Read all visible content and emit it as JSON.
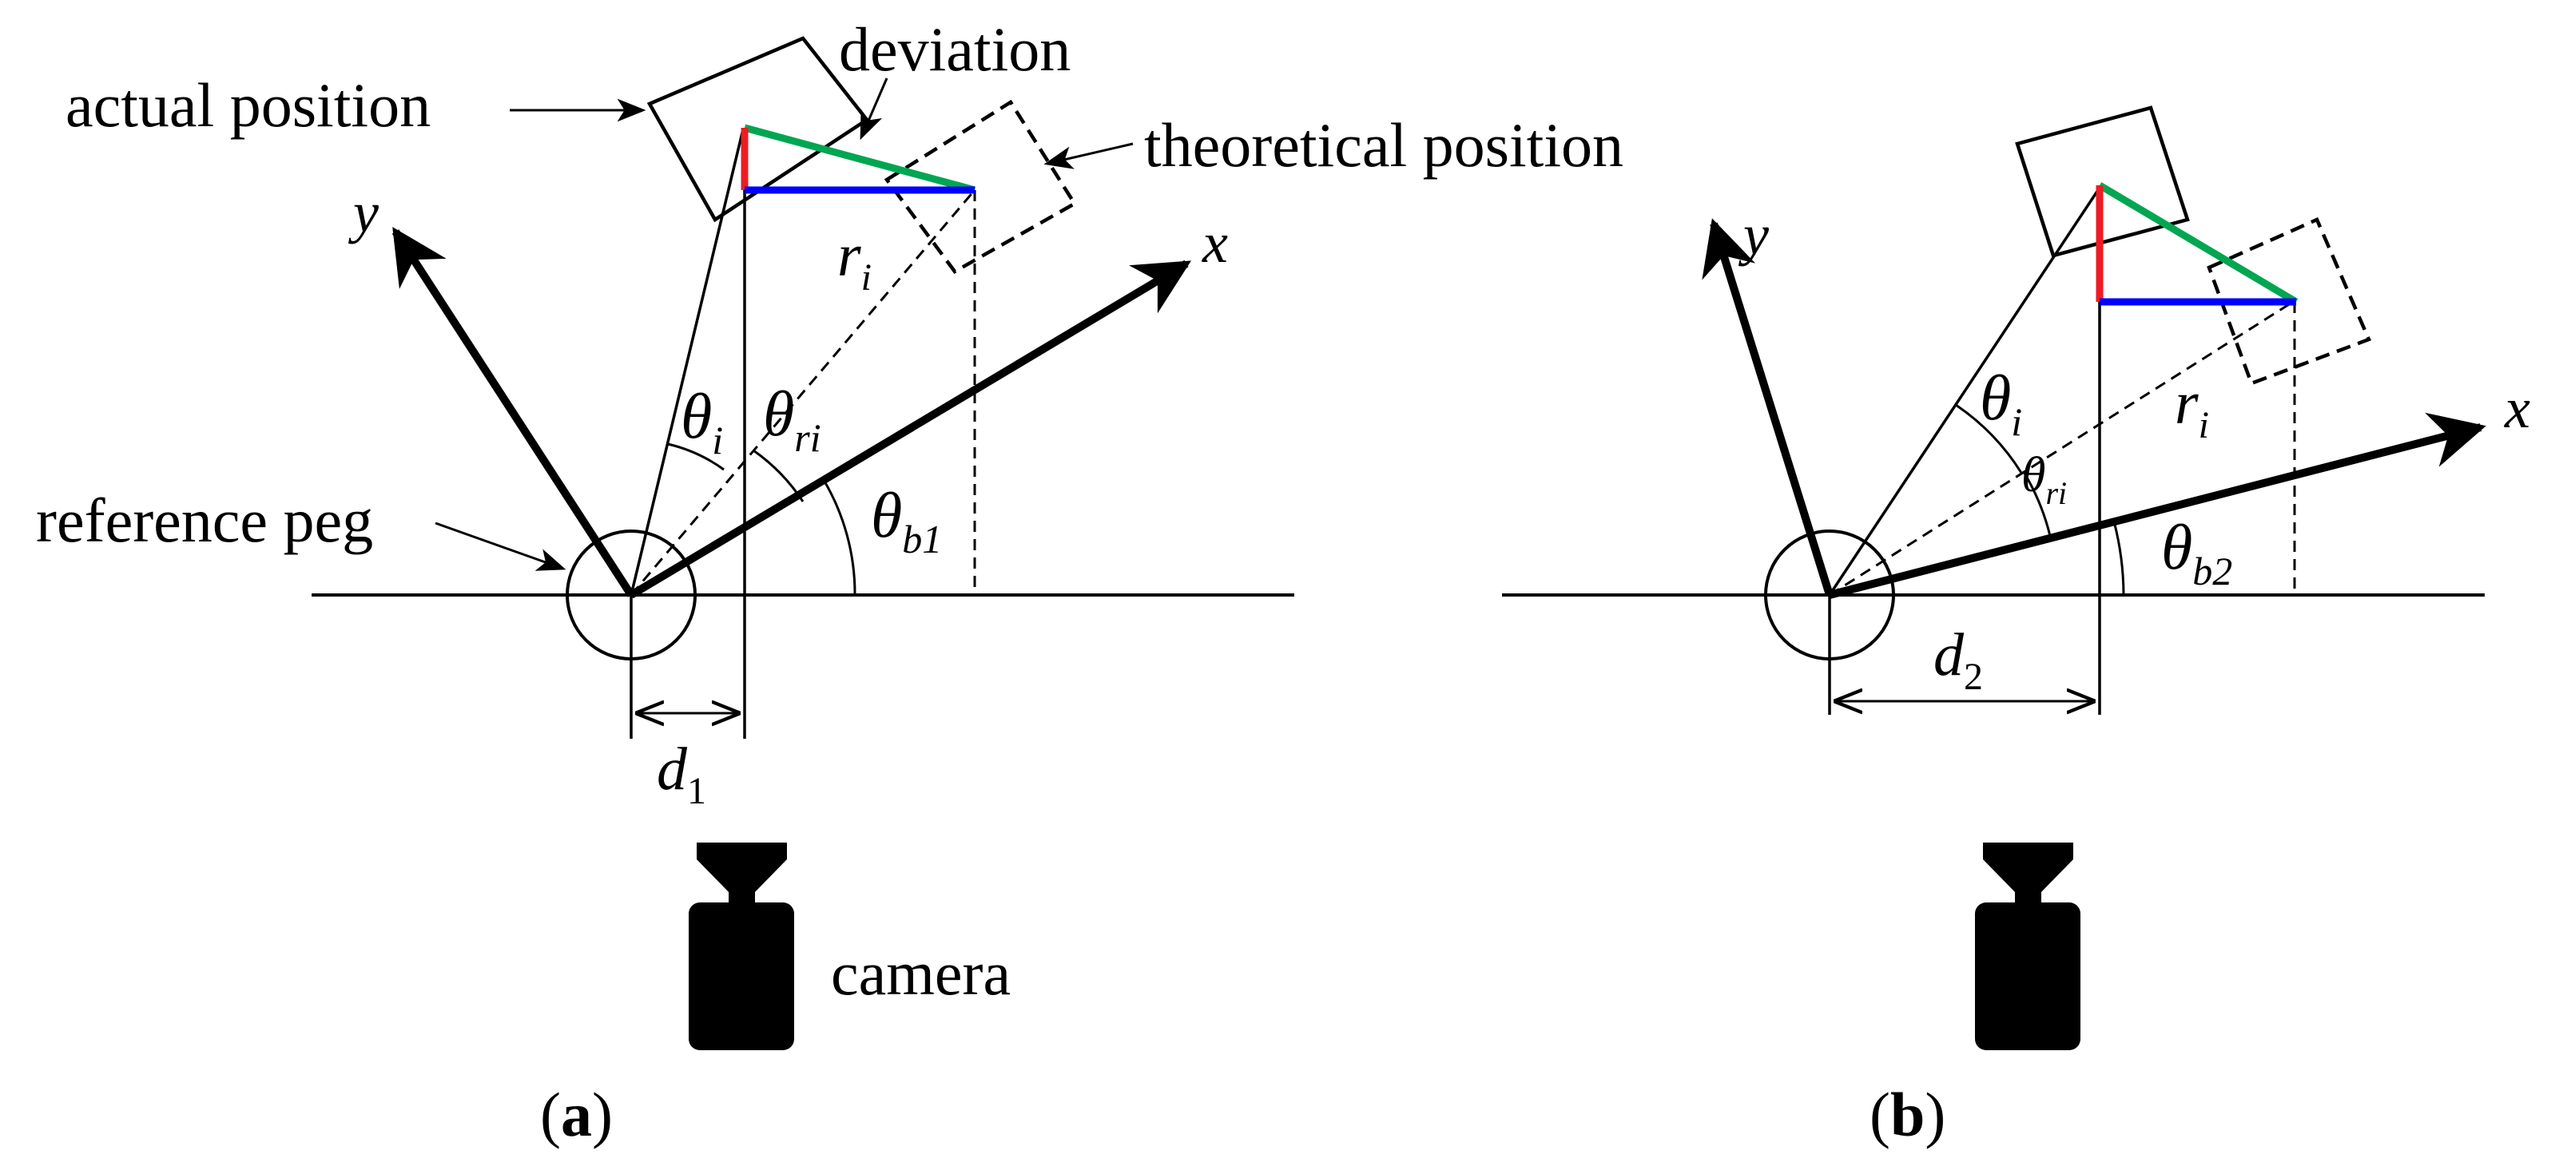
{
  "labels": {
    "actual_position": "actual position",
    "deviation": "deviation",
    "theoretical_position": "theoretical position",
    "reference_peg": "reference peg",
    "camera": "camera"
  },
  "symbols": {
    "y": "y",
    "x": "x",
    "r": "r",
    "sub_i": "i",
    "theta": "θ",
    "sub_ri": "ri",
    "sub_b1": "b1",
    "sub_b2": "b2",
    "d": "d",
    "sub_1": "1",
    "sub_2": "2"
  },
  "panels": {
    "a_label_open": "(",
    "a_label_letter": "a",
    "a_label_close": ")",
    "b_label_open": "(",
    "b_label_letter": "b",
    "b_label_close": ")"
  },
  "colors": {
    "deviation_line": "#00a651",
    "vertical_component": "#ed1c24",
    "horizontal_component": "#0000ff",
    "ink": "#000000"
  }
}
